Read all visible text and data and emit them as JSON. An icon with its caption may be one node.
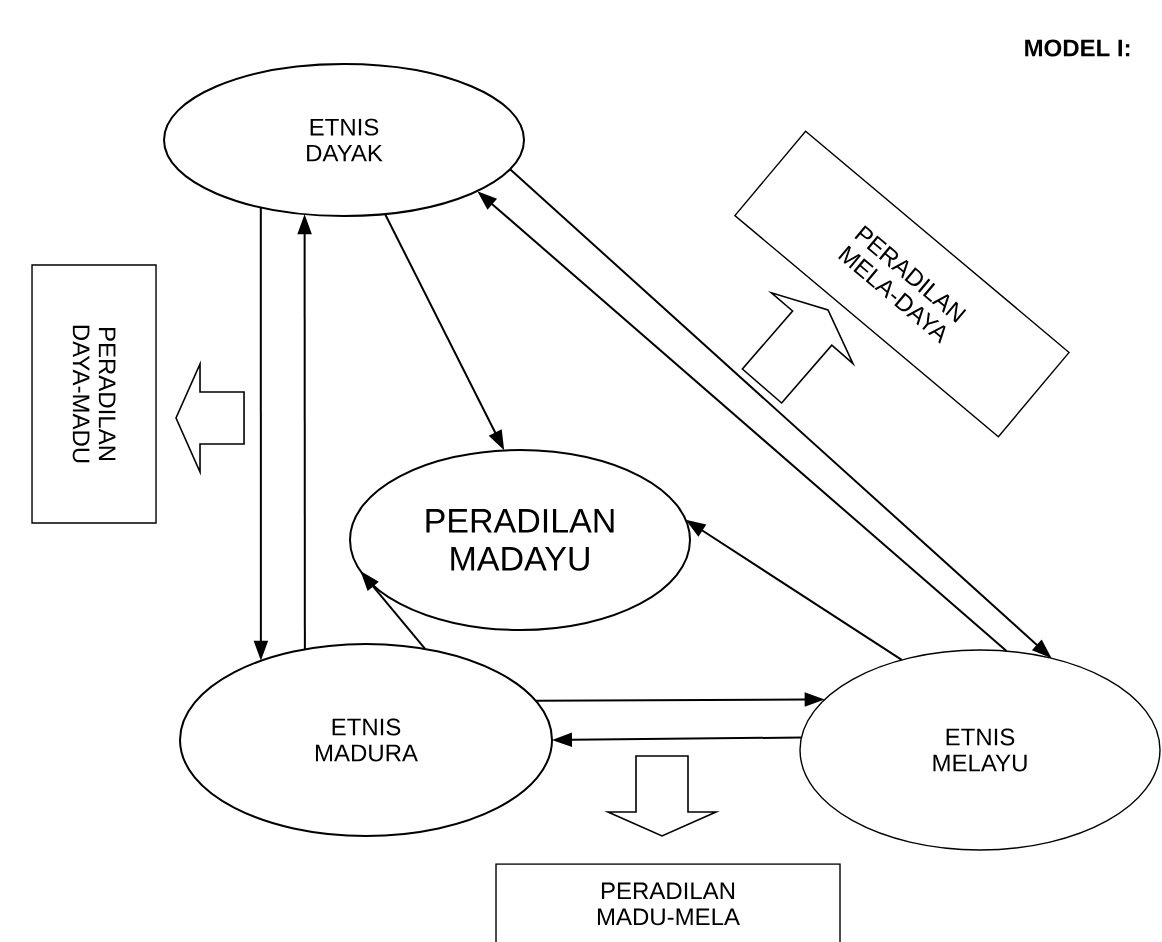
{
  "diagram": {
    "title": "MODEL I:",
    "nodes": [
      {
        "text": [
          "ETNIS DAYAK"
        ]
      },
      {
        "text": [
          "PERADILAN DAYA-MADU"
        ]
      },
      {
        "text": [
          "PERADILAN MELA-DAYA"
        ]
      },
      {
        "text": [
          "PERADILAN MADAYU"
        ]
      },
      {
        "text": [
          "ETNIS MADURA"
        ]
      },
      {
        "text": [
          "ETNIS MELAYU"
        ]
      },
      {
        "text": [
          "PERADILAN MADU-MELA"
        ]
      }
    ],
    "edges": [
      {
        "from": 0,
        "to": 4,
        "arrow": "to"
      },
      {
        "from": 4,
        "to": 0,
        "arrow": "to"
      },
      {
        "from": 0,
        "to": 3,
        "arrow": "to"
      },
      {
        "from": 4,
        "to": 3,
        "arrow": "to"
      },
      {
        "from": 5,
        "to": 3,
        "arrow": "to"
      },
      {
        "from": 0,
        "to": 5,
        "arrow": "to"
      },
      {
        "from": 5,
        "to": 0,
        "arrow": "to"
      },
      {
        "from": 4,
        "to": 5,
        "arrow": "to"
      },
      {
        "from": 5,
        "to": 4,
        "arrow": "to"
      },
      {
        "from": null,
        "to": 1,
        "arrow": "to",
        "style": "thick"
      },
      {
        "from": null,
        "to": 2,
        "arrow": "to",
        "style": "thick"
      },
      {
        "from": null,
        "to": 6,
        "arrow": "to",
        "style": "thick"
      }
    ]
  }
}
